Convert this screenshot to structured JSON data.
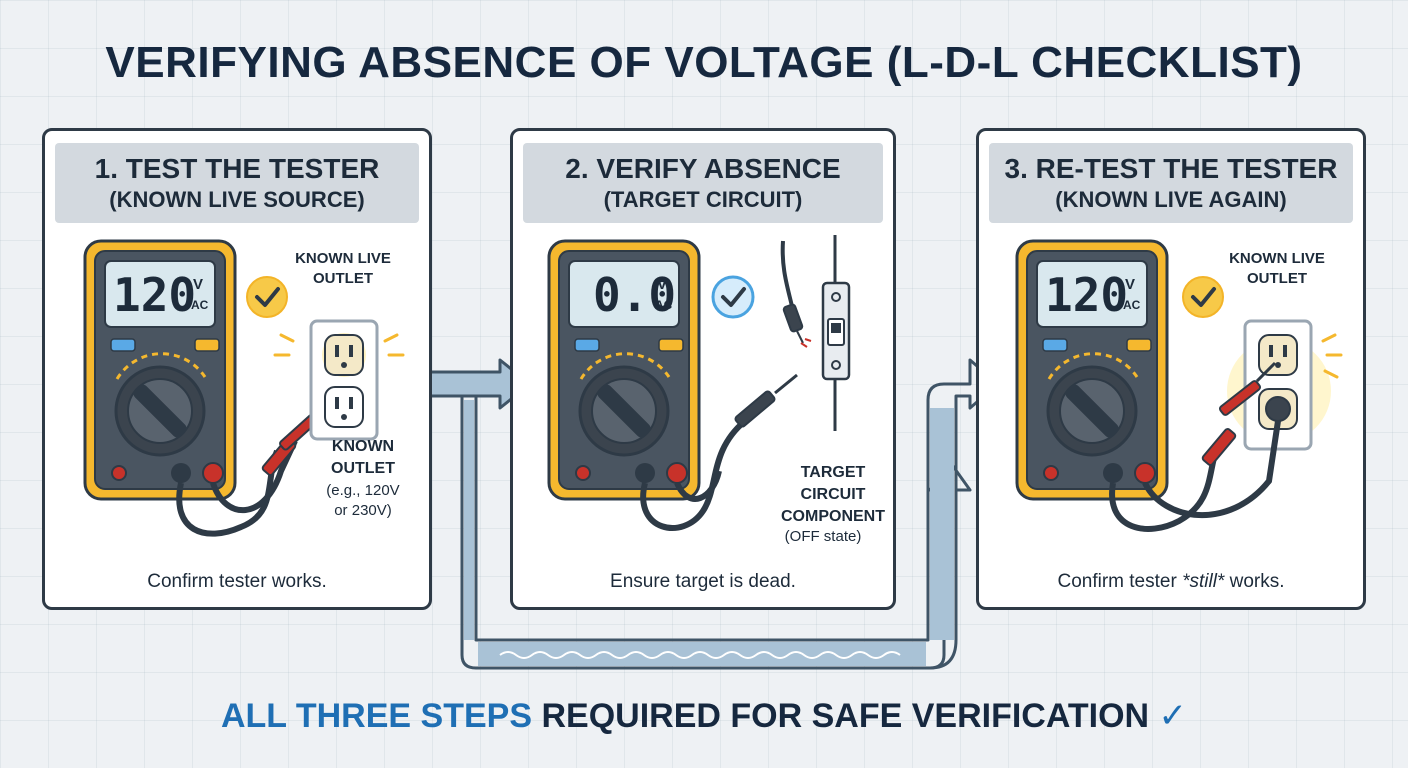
{
  "title": "VERIFYING ABSENCE OF VOLTAGE (L-D-L CHECKLIST)",
  "steps": [
    {
      "title": "1. TEST THE TESTER",
      "subtitle": "(KNOWN LIVE SOURCE)",
      "meter_value": "120",
      "meter_unit_top": "V",
      "meter_unit_bottom": "AC",
      "label_top": [
        "KNOWN LIVE",
        "OUTLET"
      ],
      "label_bottom": [
        "KNOWN",
        "OUTLET",
        "(e.g., 120V",
        "or 230V)"
      ],
      "caption": "Confirm tester works."
    },
    {
      "title": "2. VERIFY ABSENCE",
      "subtitle": "(TARGET CIRCUIT)",
      "meter_value": "0.0",
      "meter_unit_top": "V",
      "meter_unit_bottom": "AC",
      "label_bottom": [
        "TARGET",
        "CIRCUIT",
        "COMPONENT",
        "(OFF state)"
      ],
      "caption": "Ensure target is dead."
    },
    {
      "title": "3. RE-TEST THE TESTER",
      "subtitle": "(KNOWN LIVE AGAIN)",
      "meter_value": "120",
      "meter_unit_top": "V",
      "meter_unit_bottom": "AC",
      "label_top": [
        "KNOWN LIVE",
        "OUTLET"
      ],
      "caption_pre": "Confirm tester ",
      "caption_em": "*still*",
      "caption_post": " works."
    }
  ],
  "footer": {
    "accent": "ALL THREE STEPS",
    "rest": " REQUIRED FOR SAFE VERIFICATION ",
    "check": "✓"
  },
  "colors": {
    "meter_body": "#f5b82e",
    "meter_face": "#4a5561",
    "lcd": "#d9e8ee",
    "probe_red": "#c8322a",
    "arrow_blue": "#a9c2d6",
    "check_yellow": "#f7c948",
    "check_blue": "#4aa3e0",
    "accent_blue": "#1f6fb4"
  }
}
